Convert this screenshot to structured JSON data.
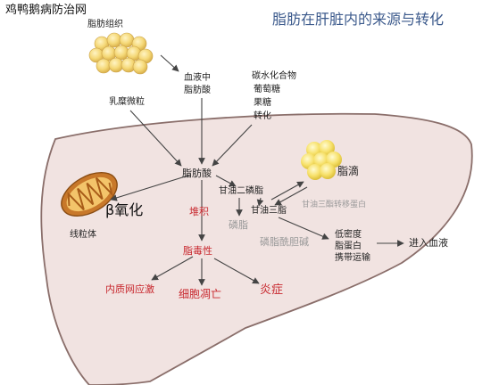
{
  "watermark": "鸡鸭鹅病防治网",
  "title": "脂肪在肝脏内的来源与转化",
  "colors": {
    "liver_fill": "#f1e3e1",
    "liver_stroke": "#8a6e6a",
    "red_text": "#c8282e",
    "title_color": "#3c5a8c",
    "fat_yellow": "#f5d877",
    "mito_orange": "#c8782a"
  },
  "nodes": {
    "adipose_tissue": "脂肪组织",
    "blood_fa_line1": "血液中",
    "blood_fa_line2": "脂肪酸",
    "carbs_line1": "碳水化合物",
    "carbs_line2": "葡萄糖",
    "carbs_line3": "果糖",
    "carbs_line4": "转化",
    "chylomicron": "乳糜微粒",
    "fatty_acid": "脂肪酸",
    "lipid_droplet": "脂滴",
    "beta_oxidation": "β氧化",
    "mitochondria": "线粒体",
    "accumulation": "堆积",
    "diglyceride": "甘油二磷脂",
    "triglyceride": "甘油三脂",
    "tg_transfer_protein": "甘油三酯转移蛋白",
    "phospholipid": "磷脂",
    "phosphatidylcholine": "磷脂酰胆碱",
    "vldl_line1": "低密度",
    "vldl_line2": "脂蛋白",
    "vldl_line3": "携带运输",
    "into_blood": "进入血液",
    "lipotoxicity": "脂毒性",
    "er_stress": "内质网应激",
    "cell_apoptosis": "细胞凋亡",
    "inflammation": "炎症"
  }
}
